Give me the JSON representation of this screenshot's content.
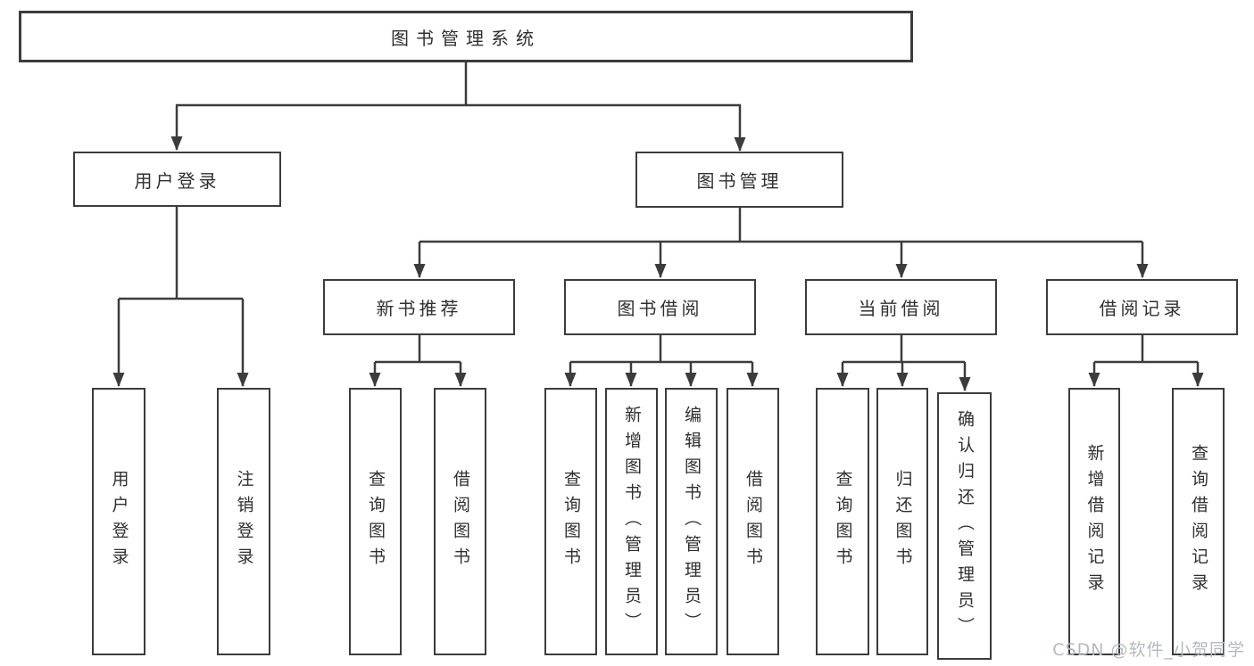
{
  "root": {
    "label": "图书管理系统"
  },
  "level2": [
    {
      "label": "用户登录"
    },
    {
      "label": "图书管理"
    }
  ],
  "level3": [
    {
      "label": "新书推荐"
    },
    {
      "label": "图书借阅"
    },
    {
      "label": "当前借阅"
    },
    {
      "label": "借阅记录"
    }
  ],
  "leaves": {
    "user_login_children": [
      {
        "label": "用户登录"
      },
      {
        "label": "注销登录"
      }
    ],
    "new_book_children": [
      {
        "label": "查询图书"
      },
      {
        "label": "借阅图书"
      }
    ],
    "borrow_children": [
      {
        "label": "查询图书"
      },
      {
        "label": "新增图书（管理员）"
      },
      {
        "label": "编辑图书（管理员）"
      },
      {
        "label": "借阅图书"
      }
    ],
    "current_children": [
      {
        "label": "查询图书"
      },
      {
        "label": "归还图书"
      },
      {
        "label": "确认归还（管理员）"
      }
    ],
    "record_children": [
      {
        "label": "新增借阅记录"
      },
      {
        "label": "查询借阅记录"
      }
    ]
  },
  "watermark": {
    "text": "CSDN @软件_小贺同学"
  },
  "colors": {
    "line": "#3c3c3c",
    "box_border": "#3c3c3c",
    "text": "#303030",
    "watermark": "#b5b9bf",
    "background": "#ffffff"
  }
}
